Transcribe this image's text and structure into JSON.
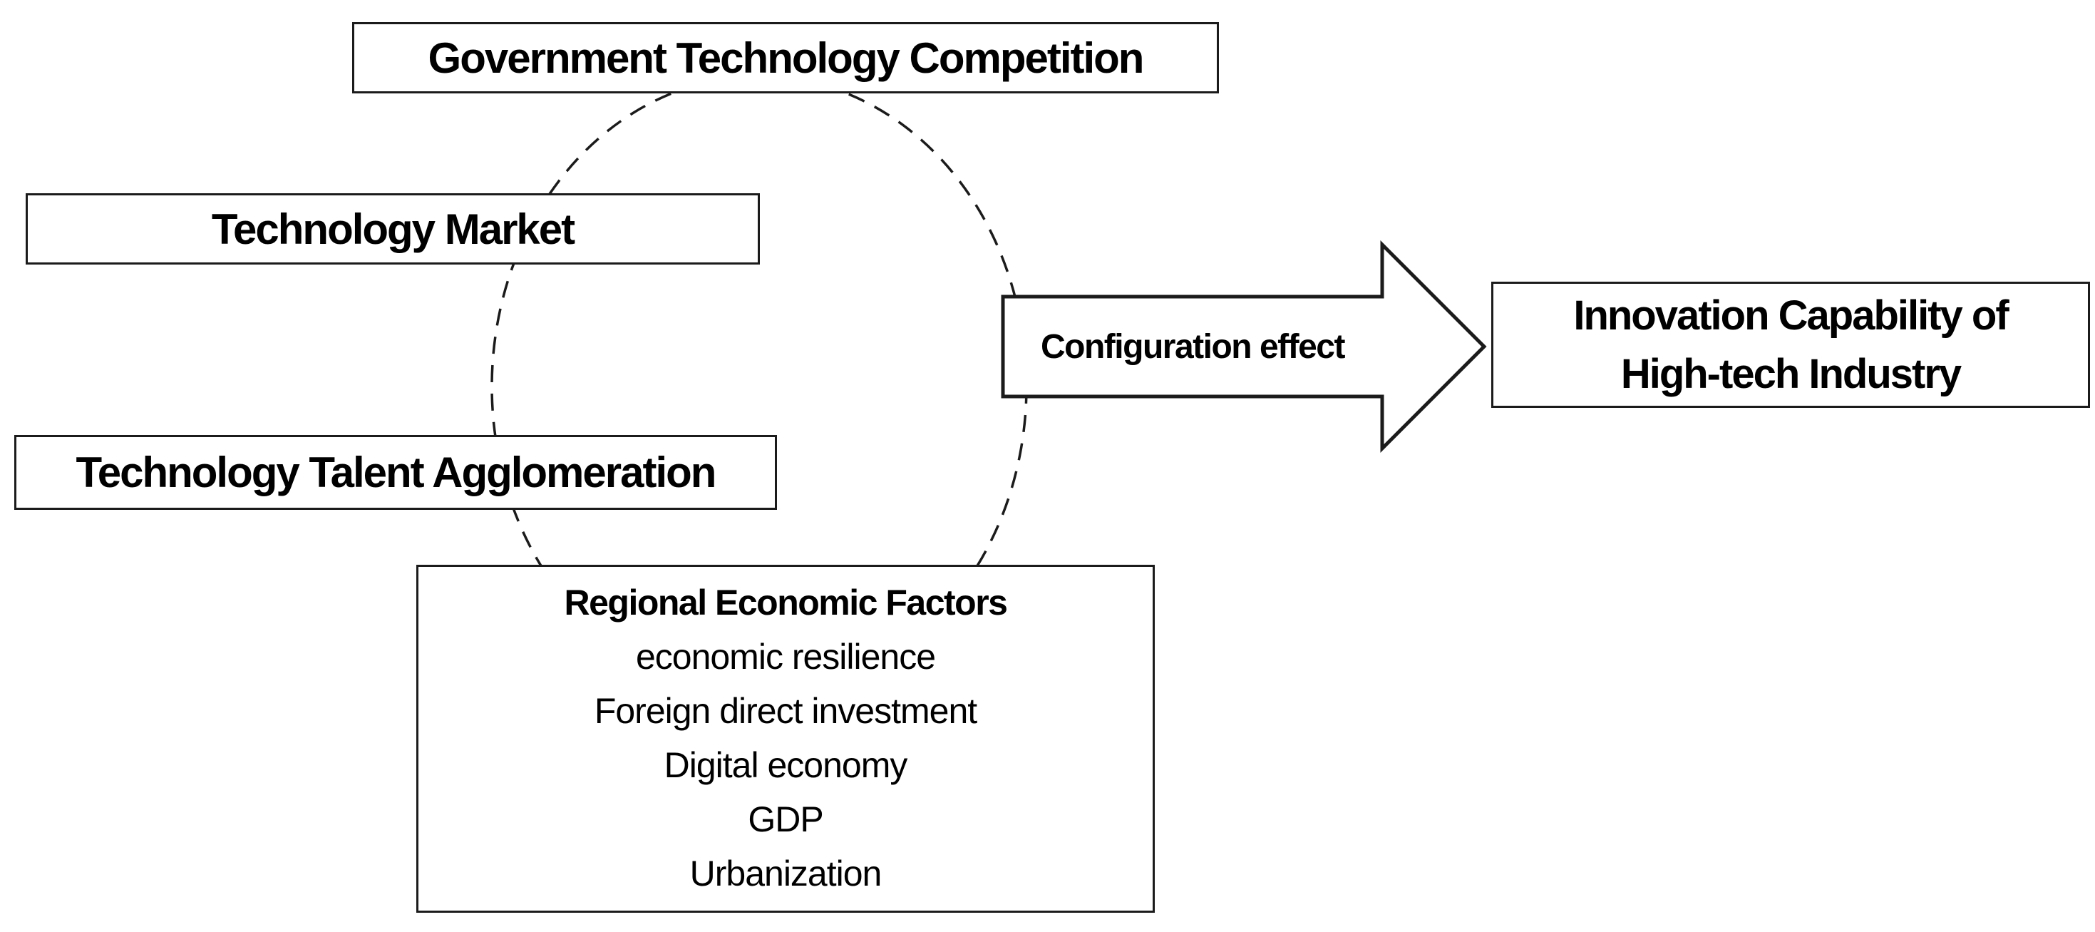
{
  "figure": {
    "colors": {
      "background": "#ffffff",
      "line": "#1b1b1b",
      "text": "#000000"
    },
    "boxes": {
      "government": {
        "label": "Government Technology Competition"
      },
      "market": {
        "label": "Technology Market"
      },
      "talent": {
        "label": "Technology Talent Agglomeration"
      },
      "regional": {
        "title": "Regional Economic Factors",
        "items": [
          "economic resilience",
          "Foreign direct investment",
          "Digital economy",
          "GDP",
          "Urbanization"
        ]
      },
      "outcome": {
        "lines": [
          "Innovation Capability of",
          "High-tech Industry"
        ]
      }
    },
    "arrow": {
      "label": "Configuration effect"
    }
  }
}
